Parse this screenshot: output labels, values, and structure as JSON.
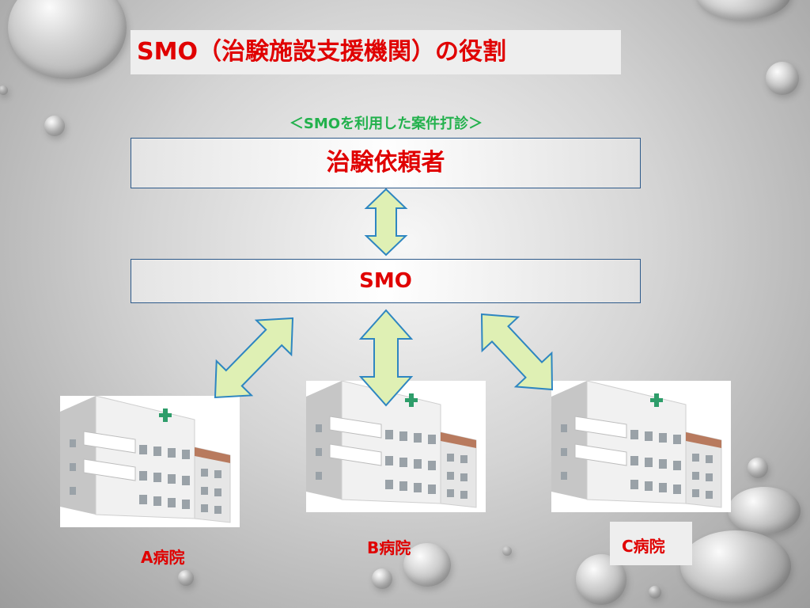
{
  "slide": {
    "title": "SMO（治験施設支援機関）の役割",
    "subtitle": "＜SMOを利用した案件打診＞"
  },
  "diagram": {
    "sponsor_label": "治験依頼者",
    "smo_label": "SMO",
    "hospitals": [
      {
        "id": "a",
        "label": "A病院"
      },
      {
        "id": "b",
        "label": "B病院"
      },
      {
        "id": "c",
        "label": "C病院"
      }
    ]
  },
  "colors": {
    "title_text": "#e00000",
    "subtitle_text": "#22b14c",
    "box_border": "#2e5a8a",
    "arrow_fill": "#dff0b4",
    "arrow_stroke": "#2e86c1"
  }
}
